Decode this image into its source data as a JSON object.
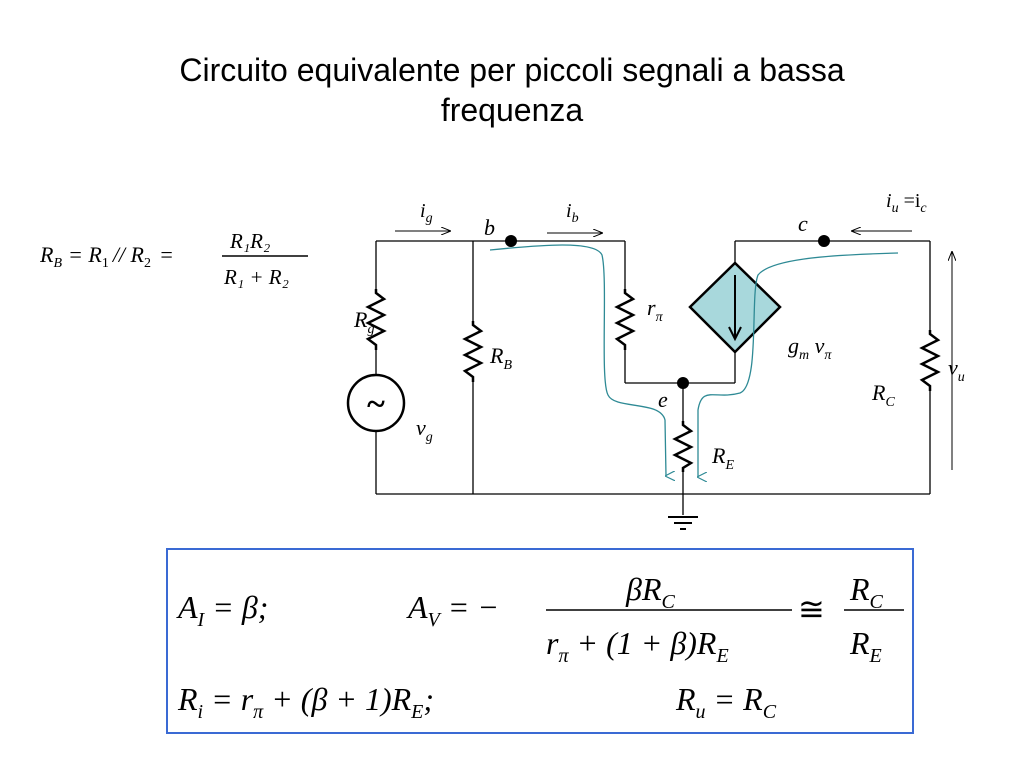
{
  "title": {
    "line1": "Circuito equivalente per piccoli segnali a bassa",
    "line2": "frequenza"
  },
  "rb_formula": {
    "lhs": "R",
    "lhs_sub": "B",
    "eq1": "= R",
    "r1_sub": "1",
    "par": "// R",
    "r2_sub": "2",
    "eq2": "=",
    "num": "R₁R₂",
    "den": "R₁ + R₂"
  },
  "circuit": {
    "labels": {
      "ig": "i",
      "ig_sub": "g",
      "b": "b",
      "ib": "i",
      "ib_sub": "b",
      "c": "c",
      "iu": "i",
      "iu_sub": "u",
      "iu_eq": " =i",
      "ic_sub": "c",
      "rg": "R",
      "rg_sub": "g",
      "rb": "R",
      "rb_sub": "B",
      "rpi": "r",
      "rpi_sub": "π",
      "gm": "g",
      "gm_sub": "m",
      "vpi": " v",
      "vpi_sub": "π",
      "e": "e",
      "re": "R",
      "re_sub": "E",
      "rc": "R",
      "rc_sub": "C",
      "vu": "v",
      "vu_sub": "u",
      "vg": "v",
      "vg_sub": "g",
      "source_symbol": "~"
    },
    "colors": {
      "wire": "#000000",
      "current_path": "#2e8a95",
      "gen_fill": "#a8d8dc",
      "box_border": "#3a6ad4"
    }
  },
  "formulas": {
    "ai_lhs": "A",
    "ai_sub": "I",
    "ai_rhs": "= β;",
    "av_lhs": "A",
    "av_sub": "V",
    "av_eq": "= −",
    "av_num": "βR",
    "av_num_sub": "C",
    "av_den_a": "r",
    "av_den_a_sub": "π",
    "av_den_b": "+ (1 + β)R",
    "av_den_b_sub": "E",
    "approx": "≅",
    "av2_num": "R",
    "av2_num_sub": "C",
    "av2_den": "R",
    "av2_den_sub": "E",
    "ri_lhs": "R",
    "ri_sub": "i",
    "ri_rhs_a": "= r",
    "ri_rhs_a_sub": "π",
    "ri_rhs_b": "+ (β + 1)R",
    "ri_rhs_b_sub": "E",
    "ri_end": ";",
    "ru_lhs": "R",
    "ru_sub": "u",
    "ru_rhs": "= R",
    "ru_rhs_sub": "C"
  }
}
